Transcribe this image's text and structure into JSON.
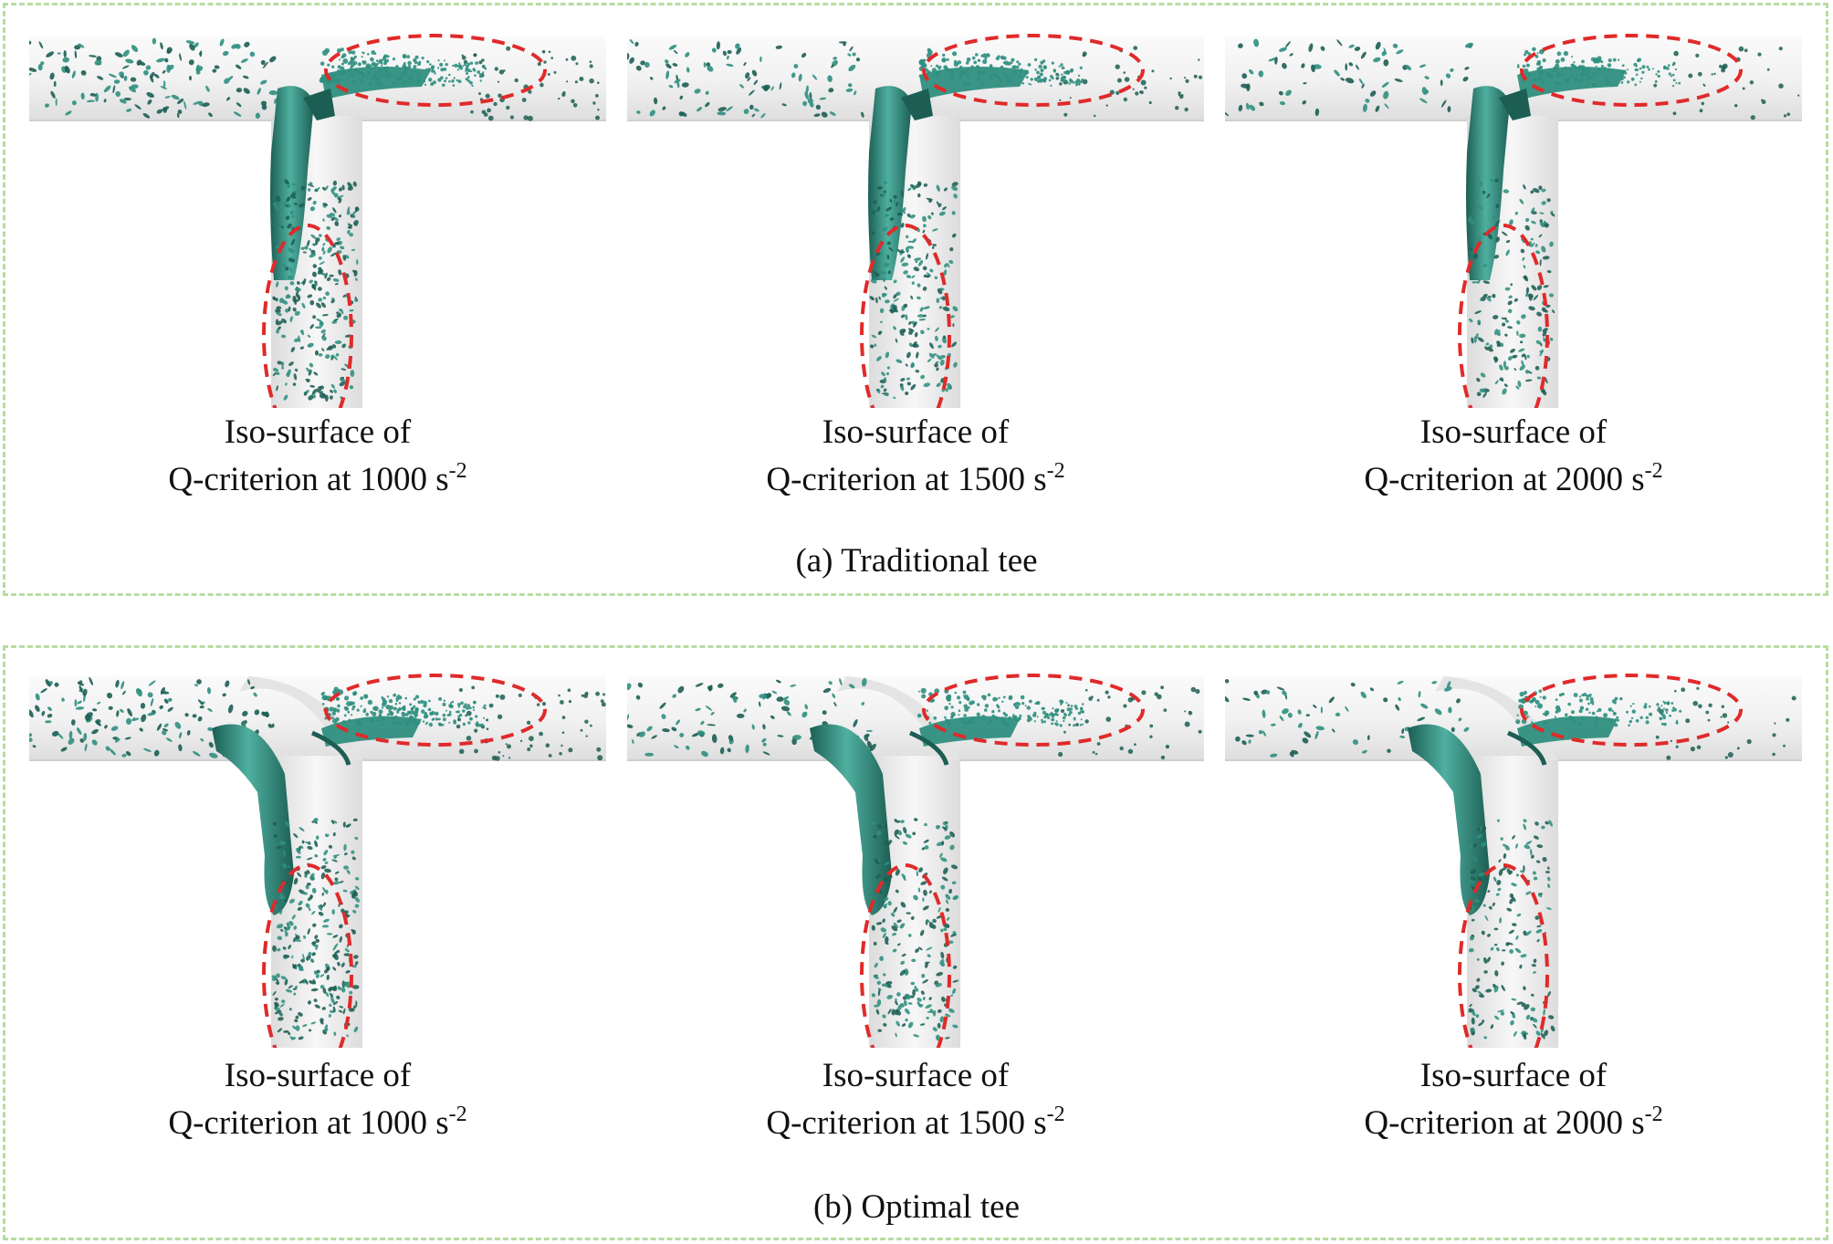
{
  "colors": {
    "pipe": "#ececec",
    "vortex": "#2f8f80",
    "vortex_dark": "#1c5e54",
    "highlight": "#e02a2a",
    "frame": "#b7dca0"
  },
  "groups": [
    {
      "title": "(a) Traditional tee",
      "panels": [
        {
          "caption_line1": "Iso-surface of",
          "caption_line2": "Q-criterion at 1000 s",
          "exponent": "-2"
        },
        {
          "caption_line1": "Iso-surface of",
          "caption_line2": "Q-criterion at 1500 s",
          "exponent": "-2"
        },
        {
          "caption_line1": "Iso-surface of",
          "caption_line2": "Q-criterion at 2000 s",
          "exponent": "-2"
        }
      ]
    },
    {
      "title": "(b) Optimal tee",
      "panels": [
        {
          "caption_line1": "Iso-surface of",
          "caption_line2": "Q-criterion at 1000 s",
          "exponent": "-2"
        },
        {
          "caption_line1": "Iso-surface of",
          "caption_line2": "Q-criterion at 1500 s",
          "exponent": "-2"
        },
        {
          "caption_line1": "Iso-surface of",
          "caption_line2": "Q-criterion at 2000 s",
          "exponent": "-2"
        }
      ]
    }
  ]
}
